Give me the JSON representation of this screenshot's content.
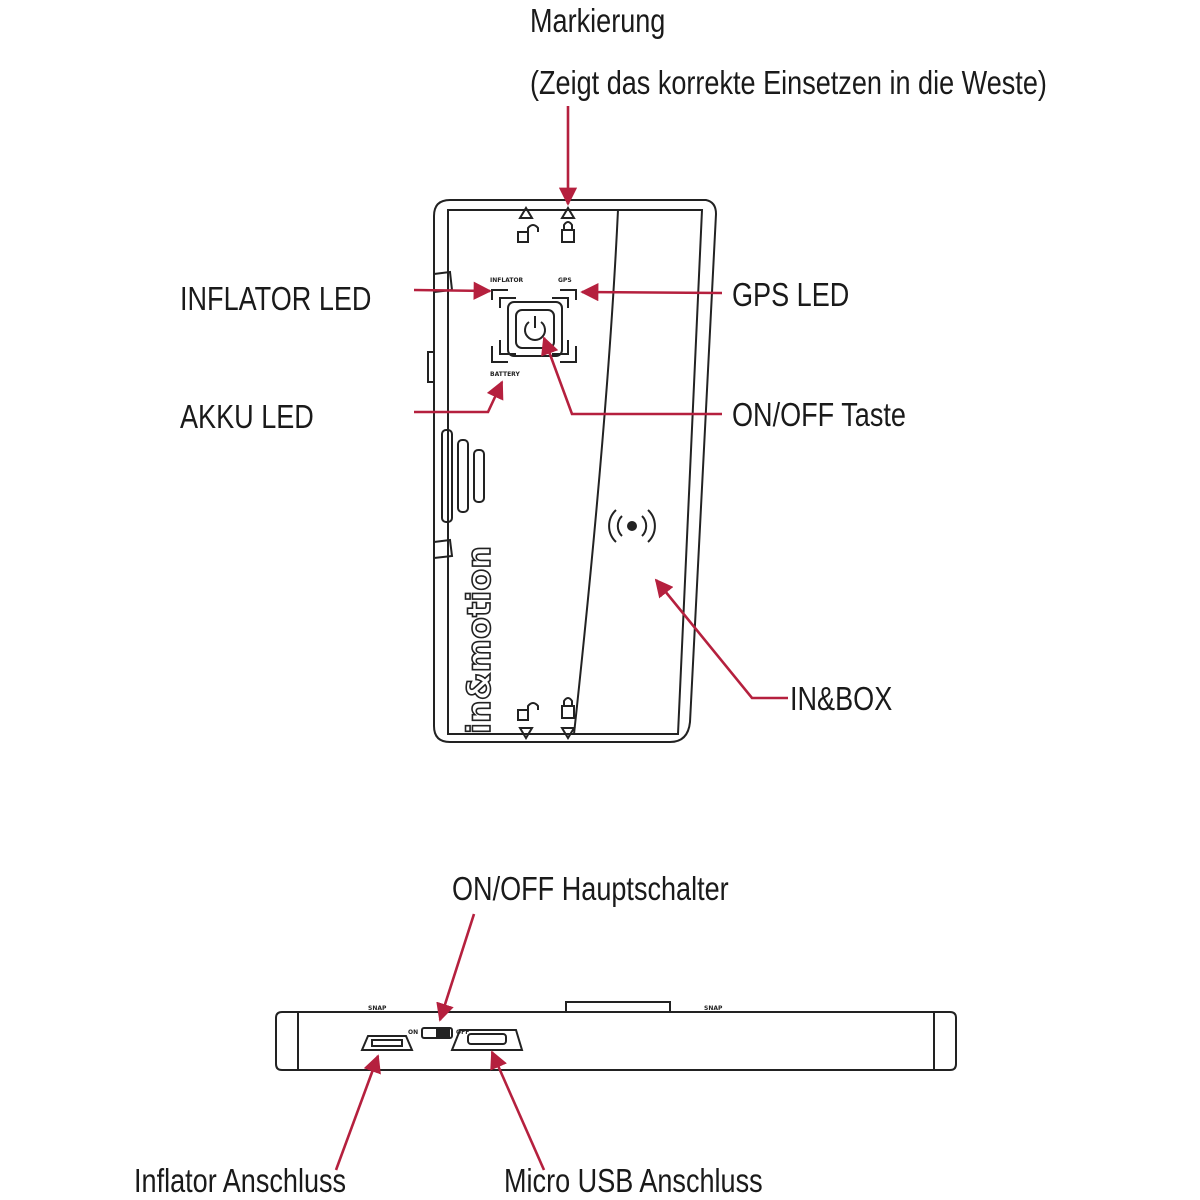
{
  "labels": {
    "marking_line1": "Markierung",
    "marking_line2": "(Zeigt das korrekte Einsetzen in die Weste)",
    "inflator_led": "INFLATOR LED",
    "gps_led": "GPS LED",
    "akku_led": "AKKU LED",
    "onoff_button": "ON/OFF Taste",
    "inbox": "IN&BOX",
    "main_switch": "ON/OFF Hauptschalter",
    "inflator_port": "Inflator Anschluss",
    "usb_port": "Micro USB Anschluss"
  },
  "device_text": {
    "inflator": "INFLATOR",
    "gps": "GPS",
    "battery": "BATTERY",
    "brand": "in&motion",
    "on": "ON",
    "off": "OFF",
    "side_mark_left": "SNAP",
    "side_mark_right": "SNAP"
  },
  "icons": {
    "unlock": "unlock-icon",
    "lock": "lock-icon",
    "triangle": "triangle-marker-icon",
    "power": "power-icon",
    "wireless": "wireless-signal-icon"
  },
  "colors": {
    "arrow": "#b5203e",
    "outline": "#222222",
    "text": "#1a1a1a"
  }
}
